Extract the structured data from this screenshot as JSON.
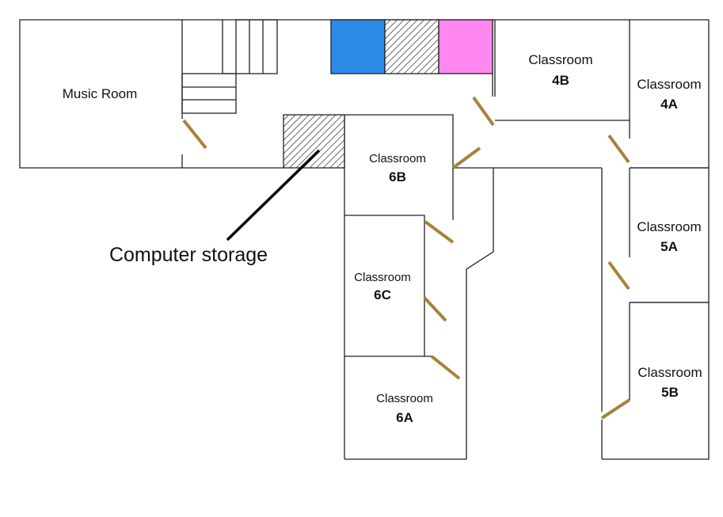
{
  "colors": {
    "blue_block": "#2b8be6",
    "pink_block": "#ff88f0",
    "door": "#a8823a",
    "wall": "#222222"
  },
  "rooms": {
    "music_room": "Music Room",
    "classroom_4b": {
      "word": "Classroom",
      "number": "4B"
    },
    "classroom_4a": {
      "word": "Classroom",
      "number": "4A"
    },
    "classroom_6b": {
      "word": "Classroom",
      "number": "6B"
    },
    "classroom_5a": {
      "word": "Classroom",
      "number": "5A"
    },
    "classroom_6c": {
      "word": "Classroom",
      "number": "6C"
    },
    "classroom_6a": {
      "word": "Classroom",
      "number": "6A"
    },
    "classroom_5b": {
      "word": "Classroom",
      "number": "5B"
    }
  },
  "callout": {
    "label": "Computer storage"
  }
}
